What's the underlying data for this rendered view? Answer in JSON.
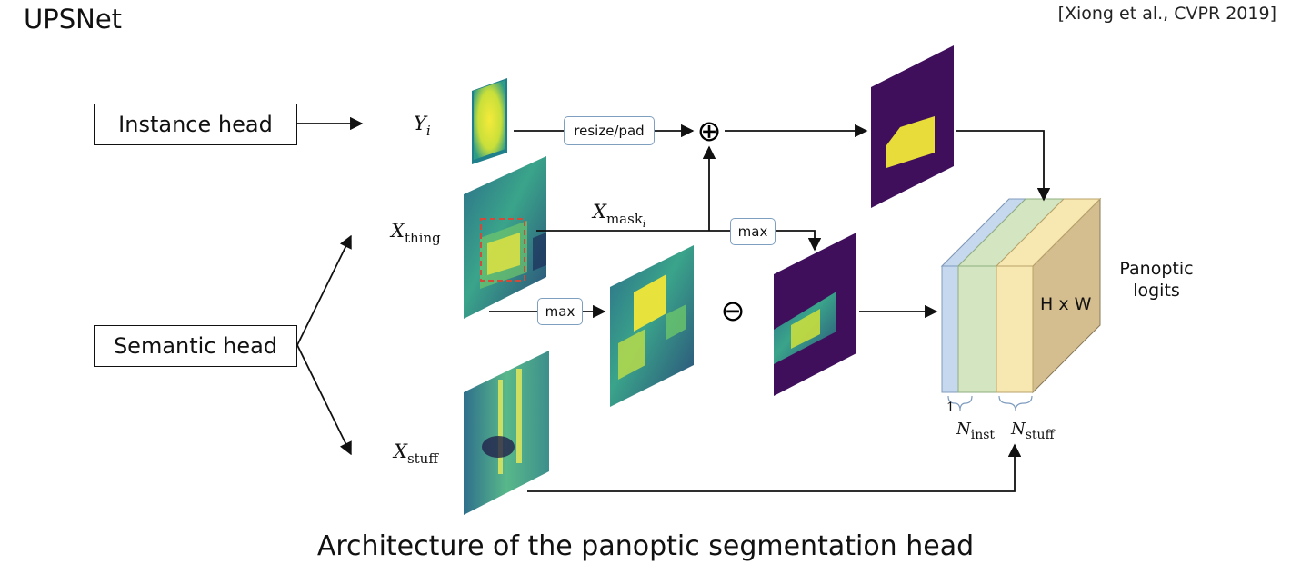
{
  "header": {
    "title": "UPSNet",
    "citation": "[Xiong et al., CVPR 2019]"
  },
  "caption": "Architecture of the panoptic segmentation head",
  "boxes": {
    "instance_head": "Instance head",
    "semantic_head": "Semantic head"
  },
  "ops": {
    "resize_pad": "resize/pad",
    "max_1": "max",
    "max_2": "max",
    "add_symbol": "⊕",
    "subtract_symbol": "⊖"
  },
  "math": {
    "yi": {
      "base": "Y",
      "sub": "i"
    },
    "xthing": {
      "base": "X",
      "sub": "thing"
    },
    "xstuff": {
      "base": "X",
      "sub": "stuff"
    },
    "xmask": {
      "base": "X",
      "sub": "mask",
      "subsub": "i"
    },
    "ninst": {
      "base": "N",
      "sub": "inst"
    },
    "nstuff": {
      "base": "N",
      "sub": "stuff"
    }
  },
  "logits": {
    "label": "Panoptic logits",
    "size_label": "H x W",
    "one_label": "1"
  },
  "colors": {
    "purple_bg": "#3f0f5c",
    "yellow_mask": "#f2e33b",
    "teal_map": "#2a8a8c",
    "slab_blue": "#c6d8ee",
    "slab_green": "#d4e5c2",
    "slab_yellow": "#f7e7b0",
    "slab_tan": "#d4bd8e"
  },
  "icons": {
    "tensor_maps": "feature-map-tiles",
    "logit_volume": "stacked-slabs"
  }
}
